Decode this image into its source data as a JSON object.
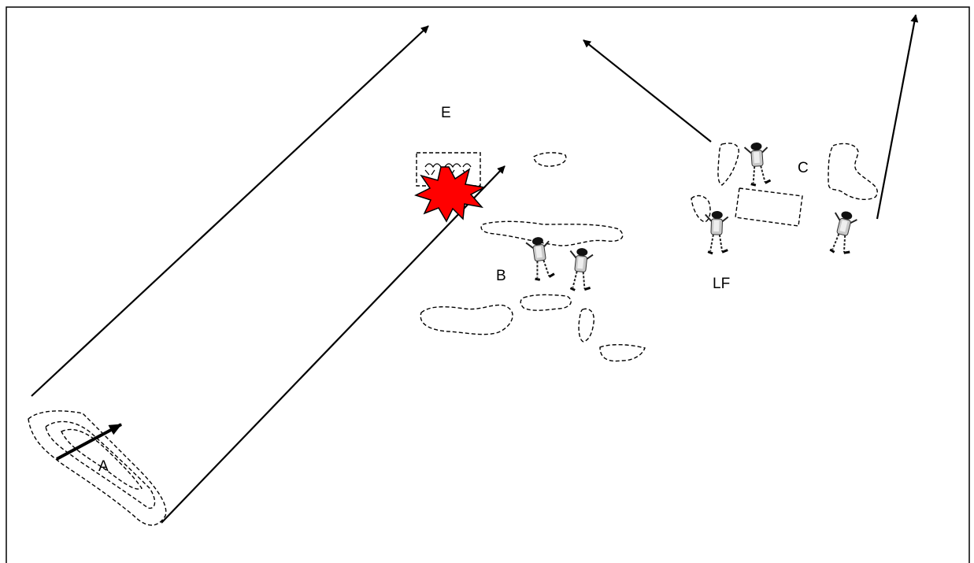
{
  "labels": {
    "a": "A",
    "b": "B",
    "c": "C",
    "e": "E",
    "lf": "LF"
  },
  "colors": {
    "explosion": "#ff0000",
    "ink": "#000000",
    "background": "#ffffff"
  },
  "icons": [
    "soldier-icon",
    "explosion-icon",
    "enemy-bunker-icon"
  ]
}
